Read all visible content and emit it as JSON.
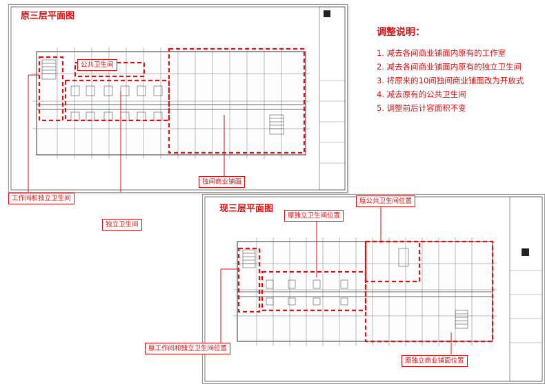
{
  "original": {
    "title": "原三层平面图",
    "callouts": {
      "public_toilet": "公共卫生间",
      "shop": "独间商业铺面",
      "workroom_toilet": "工作间和独立卫生间",
      "independent_toilet": "独立卫生间"
    }
  },
  "current": {
    "title": "现三层平面图",
    "callouts": {
      "orig_public_toilet_pos": "原公共卫生间位置",
      "orig_independent_toilet_pos": "原独立卫生间位置",
      "orig_workroom_pos": "原工作间和独立卫生间位置",
      "orig_shop_pos": "原独立商业铺面位置"
    }
  },
  "notes": {
    "heading": "调整说明：",
    "items": [
      "1. 减去各间商业铺面内原有的工作室",
      "2. 减去各间商业铺面内原有的独立卫生间",
      "3. 将原来的10间独间商业铺面改为开放式",
      "4. 减去原有的公共卫生间",
      "5. 调整前后计容面积不变"
    ]
  },
  "colors": {
    "accent": "#dd1111",
    "line": "#333333"
  }
}
